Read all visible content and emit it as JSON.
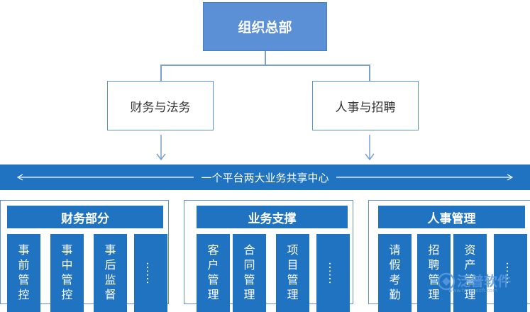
{
  "org": {
    "title": "组织总部"
  },
  "subs": {
    "left": "财务与法务",
    "right": "人事与招聘"
  },
  "banner": {
    "text": "一个平台两大业务共享中心"
  },
  "panels": [
    {
      "title": "财务部分",
      "cols": [
        [
          "事",
          "前",
          "管",
          "控"
        ],
        [
          "事",
          "中",
          "管",
          "控"
        ],
        [
          "事",
          "后",
          "监",
          "督"
        ],
        [
          "……"
        ]
      ]
    },
    {
      "title": "业务支撑",
      "cols": [
        [
          "客",
          "户",
          "管",
          "理"
        ],
        [
          "合",
          "同",
          "管",
          "理"
        ],
        [
          "项",
          "目",
          "管",
          "理"
        ],
        [
          "……"
        ]
      ]
    },
    {
      "title": "人事管理",
      "cols": [
        [
          "请",
          "假",
          "考",
          "勤"
        ],
        [
          "招",
          "聘",
          "管",
          "理"
        ],
        [
          "资",
          "产",
          "管",
          "理"
        ],
        [
          "……"
        ]
      ]
    }
  ],
  "watermark": {
    "brand": "泛普软件",
    "url": "www.fanpusoft.com"
  },
  "colors": {
    "primary": "#1f73c0",
    "top": "#5b8fd6",
    "line": "#7aa0cf"
  }
}
